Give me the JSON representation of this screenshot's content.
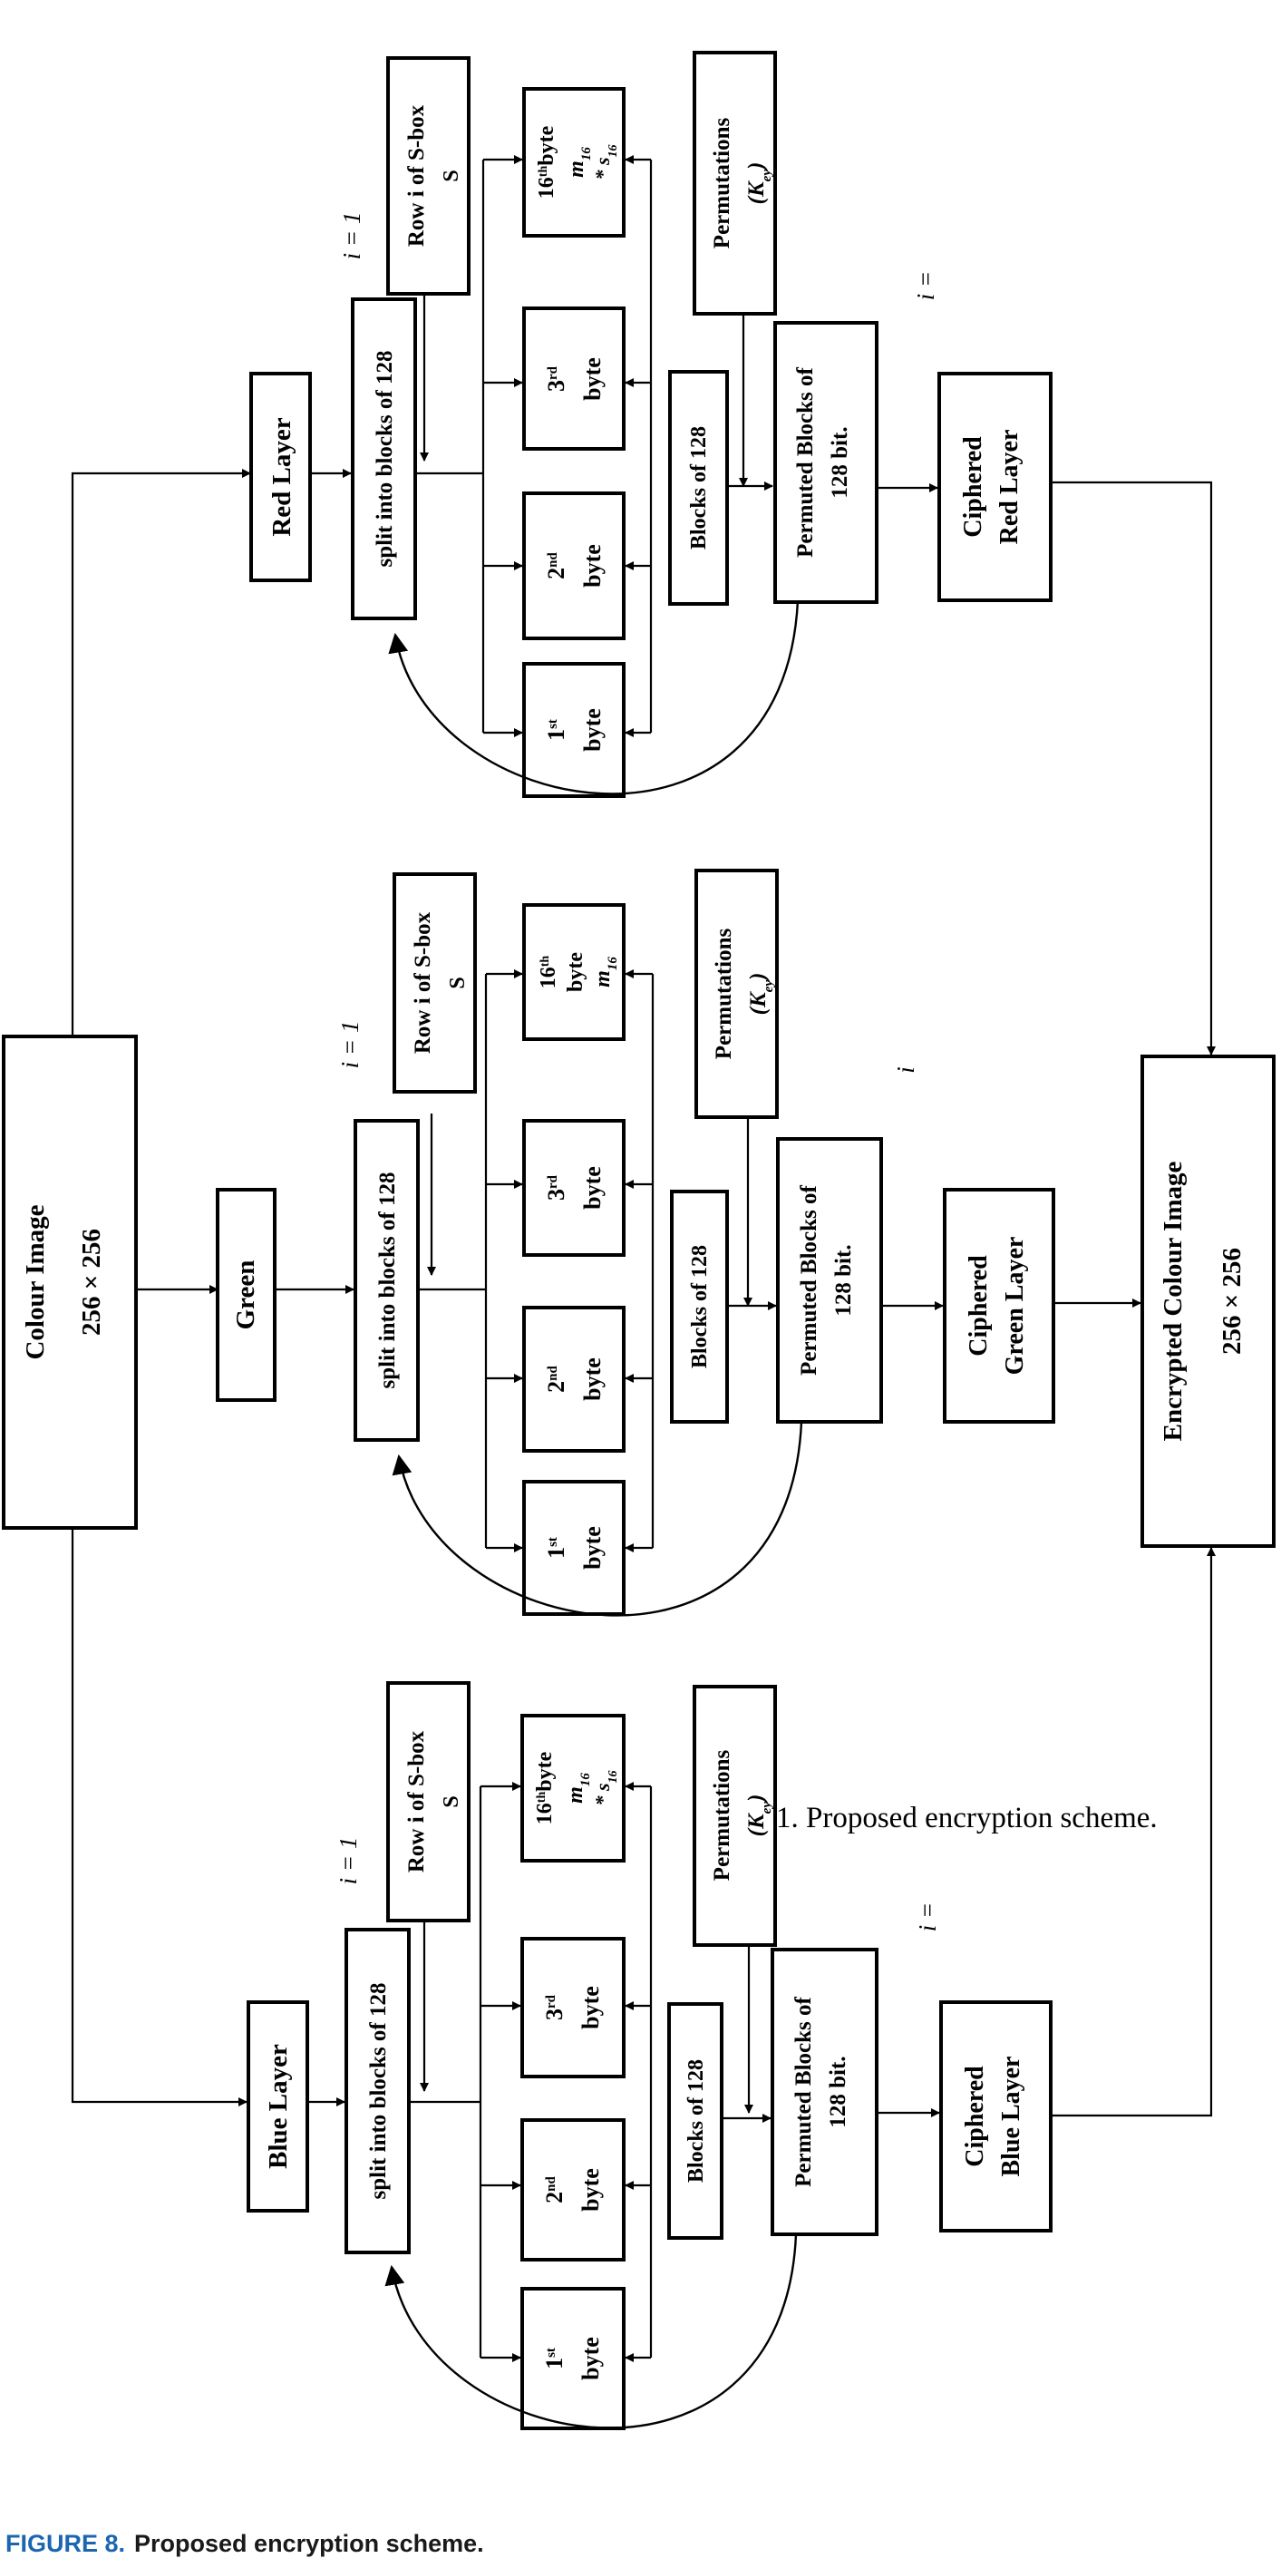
{
  "source": {
    "line1": "Colour Image",
    "line2": "256 × 256"
  },
  "target": {
    "line1": "Encrypted Colour Image",
    "line2": "256 × 256"
  },
  "shared": {
    "split": "split into blocks of 128",
    "blocks128": "Blocks of 128",
    "permuted1": "Permuted Blocks of",
    "permuted2": "128 bit.",
    "perm1": "Permutations",
    "perm2": "(K",
    "perm2sub": "ey",
    "perm2end": ")",
    "sbox1": "Row i of S-box",
    "sbox2": "S",
    "b1a": "1",
    "b1sup": "st",
    "b2a": "2",
    "b2sup": "nd",
    "b3a": "3",
    "b3sup": "rd",
    "byte": "byte",
    "b16a": "16",
    "b16sup": "th",
    "m16": "m",
    "m16sub": "16",
    "s16": "* s",
    "s16sub": "16",
    "i_eq_1": "i = 1",
    "i_eq": "i =",
    "i_only": "i"
  },
  "layers": {
    "red": {
      "name": "Red Layer",
      "ciph1": "Ciphered",
      "ciph2": "Red Layer"
    },
    "green": {
      "name": "Green",
      "ciph1": "Ciphered",
      "ciph2": "Green Layer"
    },
    "blue": {
      "name": "Blue Layer",
      "ciph1": "Ciphered",
      "ciph2": "Blue Layer"
    }
  },
  "overlay": "1. Proposed encryption scheme.",
  "caption": {
    "figure": "FIGURE 8.",
    "text": "Proposed encryption scheme."
  }
}
